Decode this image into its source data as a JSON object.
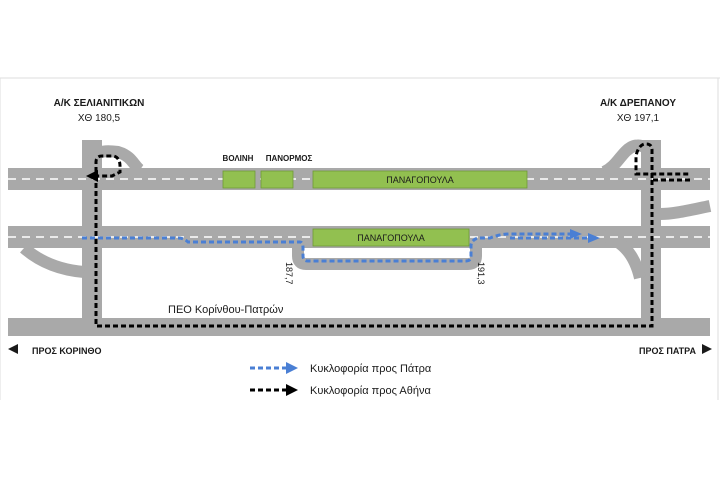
{
  "interchange_left": {
    "name": "Α/Κ ΣΕΛΙΑΝΙΤΙΚΩΝ",
    "km": "ΧΘ 180,5"
  },
  "interchange_right": {
    "name": "Α/Κ ΔΡΕΠΑΝΟΥ",
    "km": "ΧΘ 197,1"
  },
  "tunnels_top": {
    "volini": "ΒΟΛΙΝΗ",
    "panormos": "ΠΑΝΟΡΜΟΣ",
    "panagopoula": "ΠΑΝΑΓΟΠΟΥΛΑ"
  },
  "tunnel_bottom": "ΠΑΝΑΓΟΠΟΥΛΑ",
  "km_markers": {
    "left": "187,7",
    "right": "191,3"
  },
  "old_road": "ΠΕΟ Κορίνθου-Πατρών",
  "directions": {
    "left": "ΠΡΟΣ ΚΟΡΙΝΘΟ",
    "right": "ΠΡΟΣ ΠΑΤΡΑ"
  },
  "legend": {
    "patra": "Κυκλοφορία προς Πάτρα",
    "athina": "Κυκλοφορία προς Αθήνα"
  },
  "colors": {
    "road": "#a9a9a9",
    "tunnel": "#92c050",
    "route_patra": "#4a7fd4",
    "route_athina": "#000000",
    "dash": "#ffffff"
  }
}
